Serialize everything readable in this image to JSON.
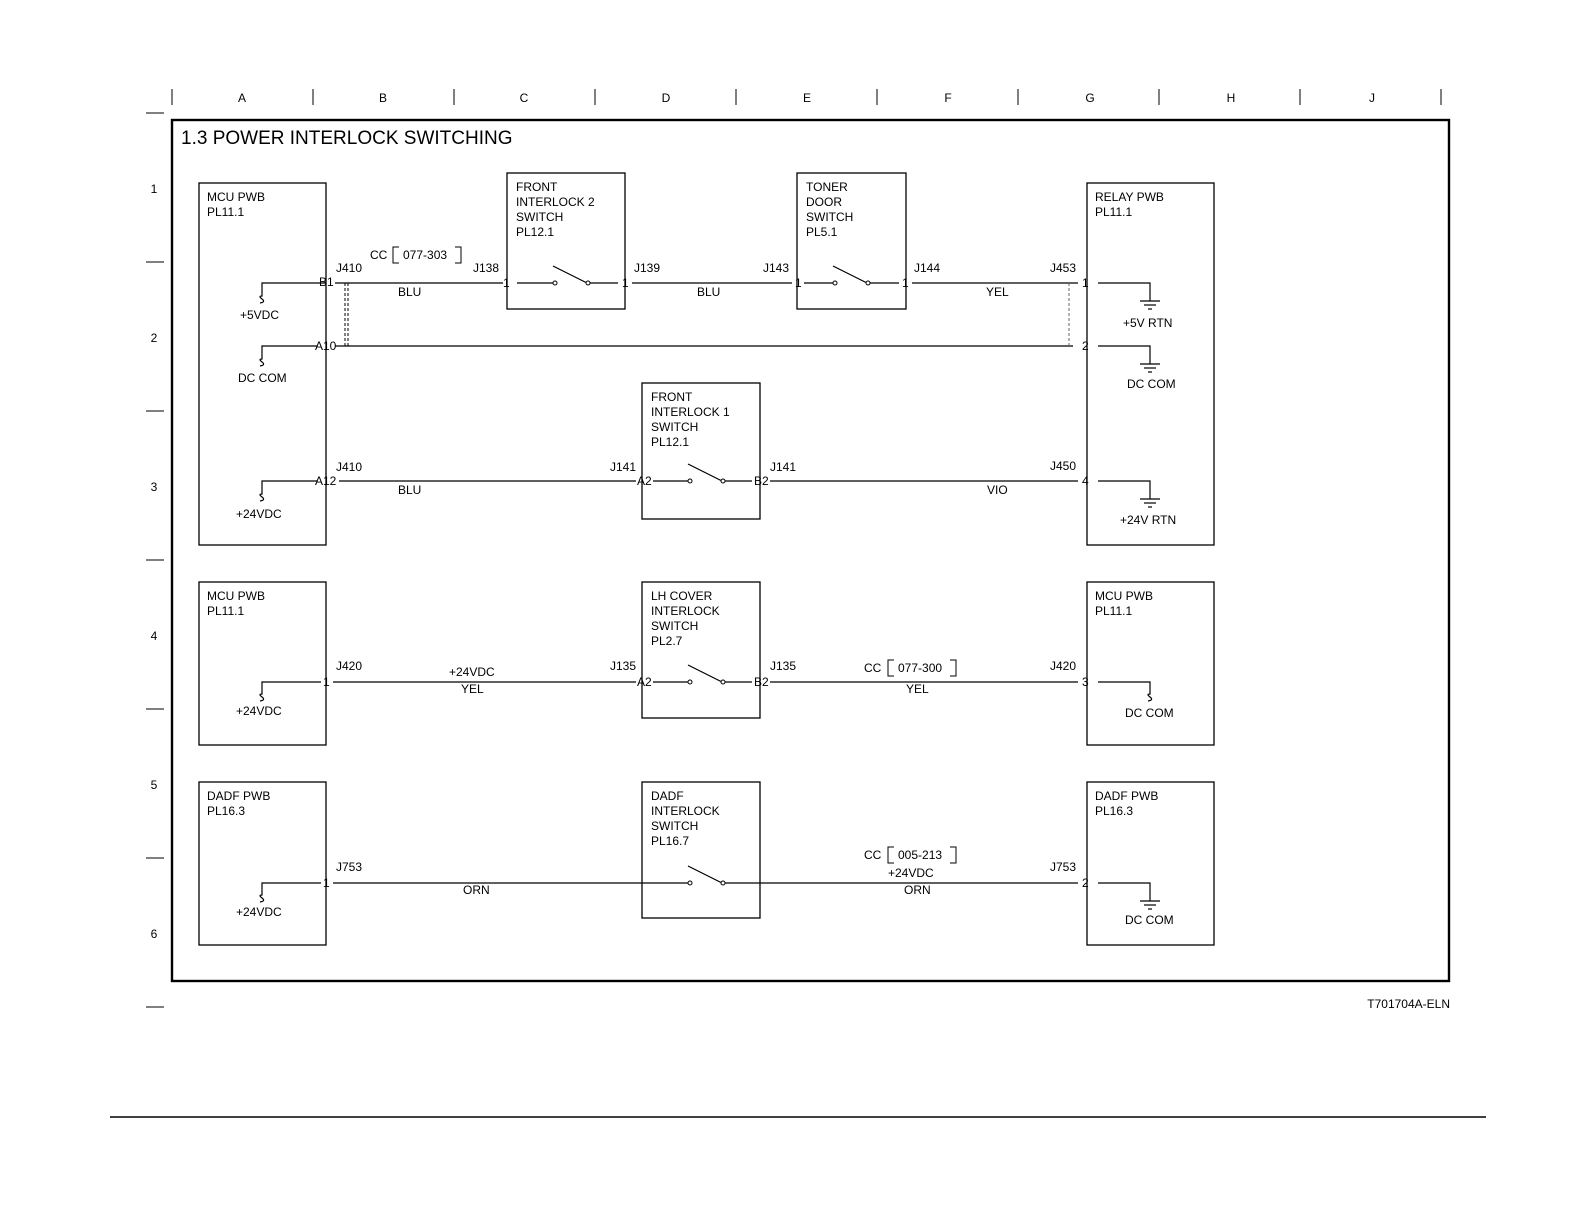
{
  "title": "1.3 POWER INTERLOCK SWITCHING",
  "drawing_id": "T701704A-ELN",
  "grid": {
    "columns": [
      "A",
      "B",
      "C",
      "D",
      "E",
      "F",
      "G",
      "H",
      "J"
    ],
    "rows": [
      "1",
      "2",
      "3",
      "4",
      "5",
      "6"
    ]
  },
  "boxes": [
    {
      "id": "mcu-pwb-1",
      "lines": [
        "MCU PWB",
        "PL11.1"
      ]
    },
    {
      "id": "front-interlock-2",
      "lines": [
        "FRONT",
        "INTERLOCK 2",
        "SWITCH",
        "PL12.1"
      ]
    },
    {
      "id": "toner-door-switch",
      "lines": [
        "TONER",
        "DOOR",
        "SWITCH",
        "PL5.1"
      ]
    },
    {
      "id": "relay-pwb",
      "lines": [
        "RELAY PWB",
        "PL11.1"
      ]
    },
    {
      "id": "front-interlock-1",
      "lines": [
        "FRONT",
        "INTERLOCK 1",
        "SWITCH",
        "PL12.1"
      ]
    },
    {
      "id": "mcu-pwb-2",
      "lines": [
        "MCU PWB",
        "PL11.1"
      ]
    },
    {
      "id": "lh-cover-interlock",
      "lines": [
        "LH COVER",
        "INTERLOCK",
        "SWITCH",
        "PL2.7"
      ]
    },
    {
      "id": "mcu-pwb-3",
      "lines": [
        "MCU PWB",
        "PL11.1"
      ]
    },
    {
      "id": "dadf-pwb-1",
      "lines": [
        "DADF PWB",
        "PL16.3"
      ]
    },
    {
      "id": "dadf-interlock",
      "lines": [
        "DADF",
        "INTERLOCK",
        "SWITCH",
        "PL16.7"
      ]
    },
    {
      "id": "dadf-pwb-2",
      "lines": [
        "DADF PWB",
        "PL16.3"
      ]
    }
  ],
  "connectors": {
    "j410a": "J410",
    "j138": "J138",
    "j139": "J139",
    "j143": "J143",
    "j144": "J144",
    "j453": "J453",
    "j410b": "J410",
    "j141a": "J141",
    "j141b": "J141",
    "j450": "J450",
    "j420a": "J420",
    "j135a": "J135",
    "j135b": "J135",
    "j420b": "J420",
    "j753a": "J753",
    "j753b": "J753"
  },
  "pins": {
    "b1": "B1",
    "a10": "A10",
    "p138": "1",
    "p139": "1",
    "p143": "1",
    "p144": "1",
    "p453_1": "1",
    "p453_2": "2",
    "a12": "A12",
    "a2_141": "A2",
    "b2_141": "B2",
    "p450_4": "4",
    "p420_1": "1",
    "a2_135": "A2",
    "b2_135": "B2",
    "p420_3": "3",
    "p753_1": "1",
    "p753_2": "2"
  },
  "wires": {
    "blu1": "BLU",
    "blu2": "BLU",
    "yel1": "YEL",
    "blu3": "BLU",
    "vio": "VIO",
    "v24_lh": "+24VDC",
    "yel2": "YEL",
    "yel3": "YEL",
    "orn1": "ORN",
    "v24_dadf": "+24VDC",
    "orn2": "ORN"
  },
  "cc": {
    "cc_label": "CC",
    "cc1": "077-303",
    "cc2": "077-300",
    "cc3": "005-213"
  },
  "supplies": {
    "s5vdc": "+5VDC",
    "dccom1": "DC COM",
    "s24vdc1": "+24VDC",
    "s5vrtn": "+5V RTN",
    "dccom2": "DC COM",
    "s24vrtn": "+24V RTN",
    "s24vdc2": "+24VDC",
    "dccom3": "DC COM",
    "s24vdc3": "+24VDC",
    "dccom4": "DC COM"
  }
}
